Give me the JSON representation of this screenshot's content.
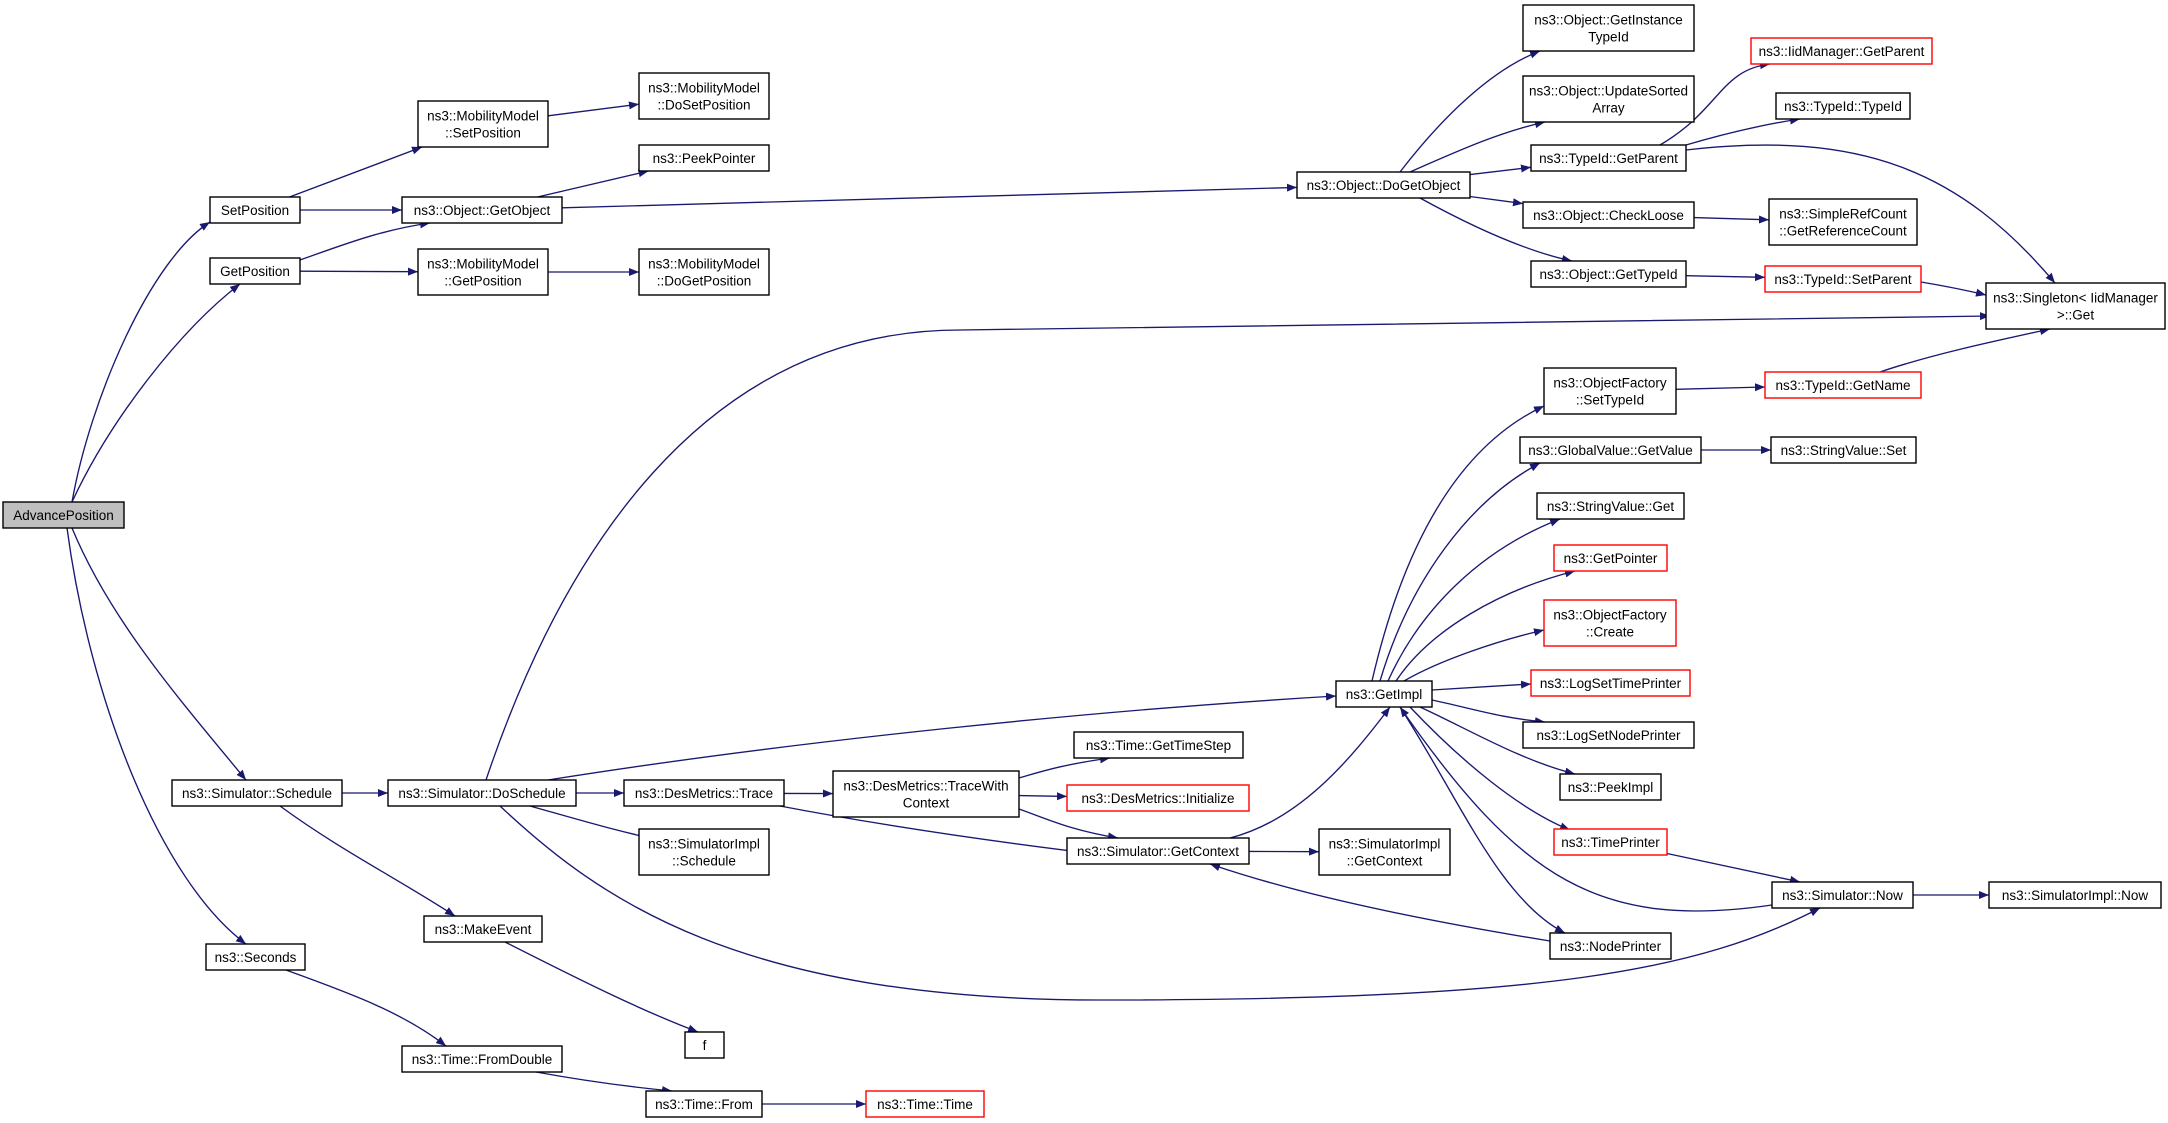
{
  "diagram": {
    "colors": {
      "edge": "#191970",
      "node_border": "#000000",
      "node_border_incomplete": "#ff0000",
      "node_fill": "#ffffff",
      "root_fill": "#bfbfbf"
    },
    "nodes": [
      {
        "id": "advanceposition",
        "lines": [
          "AdvancePosition"
        ],
        "style": "root"
      },
      {
        "id": "setposition",
        "lines": [
          "SetPosition"
        ],
        "style": "normal"
      },
      {
        "id": "getposition",
        "lines": [
          "GetPosition"
        ],
        "style": "normal"
      },
      {
        "id": "mm-setposition",
        "lines": [
          "ns3::MobilityModel",
          "::SetPosition"
        ],
        "style": "normal"
      },
      {
        "id": "mm-dosetposition",
        "lines": [
          "ns3::MobilityModel",
          "::DoSetPosition"
        ],
        "style": "normal"
      },
      {
        "id": "object-getobject",
        "lines": [
          "ns3::Object::GetObject"
        ],
        "style": "normal"
      },
      {
        "id": "peekpointer",
        "lines": [
          "ns3::PeekPointer"
        ],
        "style": "normal"
      },
      {
        "id": "mm-getposition",
        "lines": [
          "ns3::MobilityModel",
          "::GetPosition"
        ],
        "style": "normal"
      },
      {
        "id": "mm-dogetposition",
        "lines": [
          "ns3::MobilityModel",
          "::DoGetPosition"
        ],
        "style": "normal"
      },
      {
        "id": "object-dogetobject",
        "lines": [
          "ns3::Object::DoGetObject"
        ],
        "style": "normal"
      },
      {
        "id": "object-getinstancetypeid",
        "lines": [
          "ns3::Object::GetInstance",
          "TypeId"
        ],
        "style": "normal"
      },
      {
        "id": "object-updatesortedarray",
        "lines": [
          "ns3::Object::UpdateSorted",
          "Array"
        ],
        "style": "normal"
      },
      {
        "id": "typeid-getparent",
        "lines": [
          "ns3::TypeId::GetParent"
        ],
        "style": "normal"
      },
      {
        "id": "object-checkloose",
        "lines": [
          "ns3::Object::CheckLoose"
        ],
        "style": "normal"
      },
      {
        "id": "object-gettypeid",
        "lines": [
          "ns3::Object::GetTypeId"
        ],
        "style": "normal"
      },
      {
        "id": "iidmanager-getparent",
        "lines": [
          "ns3::IidManager::GetParent"
        ],
        "style": "incomplete"
      },
      {
        "id": "typeid-typeid",
        "lines": [
          "ns3::TypeId::TypeId"
        ],
        "style": "normal"
      },
      {
        "id": "simplerefcount",
        "lines": [
          "ns3::SimpleRefCount",
          "::GetReferenceCount"
        ],
        "style": "normal"
      },
      {
        "id": "typeid-setparent",
        "lines": [
          "ns3::TypeId::SetParent"
        ],
        "style": "incomplete"
      },
      {
        "id": "singleton-get",
        "lines": [
          "ns3::Singleton< IidManager",
          ">::Get"
        ],
        "style": "normal"
      },
      {
        "id": "objectfactory-settypeid",
        "lines": [
          "ns3::ObjectFactory",
          "::SetTypeId"
        ],
        "style": "normal"
      },
      {
        "id": "typeid-getname",
        "lines": [
          "ns3::TypeId::GetName"
        ],
        "style": "incomplete"
      },
      {
        "id": "globalvalue-getvalue",
        "lines": [
          "ns3::GlobalValue::GetValue"
        ],
        "style": "normal"
      },
      {
        "id": "stringvalue-set",
        "lines": [
          "ns3::StringValue::Set"
        ],
        "style": "normal"
      },
      {
        "id": "stringvalue-get",
        "lines": [
          "ns3::StringValue::Get"
        ],
        "style": "normal"
      },
      {
        "id": "getpointer",
        "lines": [
          "ns3::GetPointer"
        ],
        "style": "incomplete"
      },
      {
        "id": "objectfactory-create",
        "lines": [
          "ns3::ObjectFactory",
          "::Create"
        ],
        "style": "incomplete"
      },
      {
        "id": "logsettimeprinter",
        "lines": [
          "ns3::LogSetTimePrinter"
        ],
        "style": "incomplete"
      },
      {
        "id": "logsetnodeprinter",
        "lines": [
          "ns3::LogSetNodePrinter"
        ],
        "style": "normal"
      },
      {
        "id": "peekimpl",
        "lines": [
          "ns3::PeekImpl"
        ],
        "style": "normal"
      },
      {
        "id": "timeprinter",
        "lines": [
          "ns3::TimePrinter"
        ],
        "style": "incomplete"
      },
      {
        "id": "simulator-now",
        "lines": [
          "ns3::Simulator::Now"
        ],
        "style": "normal"
      },
      {
        "id": "simulatorimpl-now",
        "lines": [
          "ns3::SimulatorImpl::Now"
        ],
        "style": "normal"
      },
      {
        "id": "nodeprinter",
        "lines": [
          "ns3::NodePrinter"
        ],
        "style": "normal"
      },
      {
        "id": "getimpl",
        "lines": [
          "ns3::GetImpl"
        ],
        "style": "normal"
      },
      {
        "id": "simulator-schedule",
        "lines": [
          "ns3::Simulator::Schedule"
        ],
        "style": "normal"
      },
      {
        "id": "simulator-doschedule",
        "lines": [
          "ns3::Simulator::DoSchedule"
        ],
        "style": "normal"
      },
      {
        "id": "desmetrics-trace",
        "lines": [
          "ns3::DesMetrics::Trace"
        ],
        "style": "normal"
      },
      {
        "id": "desmetrics-tracewithcontext",
        "lines": [
          "ns3::DesMetrics::TraceWith",
          "Context"
        ],
        "style": "normal"
      },
      {
        "id": "time-gettimestep",
        "lines": [
          "ns3::Time::GetTimeStep"
        ],
        "style": "normal"
      },
      {
        "id": "desmetrics-initialize",
        "lines": [
          "ns3::DesMetrics::Initialize"
        ],
        "style": "incomplete"
      },
      {
        "id": "simulator-getcontext",
        "lines": [
          "ns3::Simulator::GetContext"
        ],
        "style": "normal"
      },
      {
        "id": "simulatorimpl-getcontext",
        "lines": [
          "ns3::SimulatorImpl",
          "::GetContext"
        ],
        "style": "normal"
      },
      {
        "id": "simulatorimpl-schedule",
        "lines": [
          "ns3::SimulatorImpl",
          "::Schedule"
        ],
        "style": "normal"
      },
      {
        "id": "makeevent",
        "lines": [
          "ns3::MakeEvent"
        ],
        "style": "normal"
      },
      {
        "id": "f",
        "lines": [
          "f"
        ],
        "style": "normal"
      },
      {
        "id": "seconds",
        "lines": [
          "ns3::Seconds"
        ],
        "style": "normal"
      },
      {
        "id": "time-fromdouble",
        "lines": [
          "ns3::Time::FromDouble"
        ],
        "style": "normal"
      },
      {
        "id": "time-from",
        "lines": [
          "ns3::Time::From"
        ],
        "style": "normal"
      },
      {
        "id": "time-time",
        "lines": [
          "ns3::Time::Time"
        ],
        "style": "incomplete"
      }
    ],
    "edges": [
      {
        "from": "advanceposition",
        "to": "setposition"
      },
      {
        "from": "advanceposition",
        "to": "getposition"
      },
      {
        "from": "advanceposition",
        "to": "simulator-schedule"
      },
      {
        "from": "advanceposition",
        "to": "seconds"
      },
      {
        "from": "setposition",
        "to": "mm-setposition"
      },
      {
        "from": "setposition",
        "to": "object-getobject"
      },
      {
        "from": "getposition",
        "to": "object-getobject"
      },
      {
        "from": "getposition",
        "to": "mm-getposition"
      },
      {
        "from": "mm-setposition",
        "to": "mm-dosetposition"
      },
      {
        "from": "mm-getposition",
        "to": "mm-dogetposition"
      },
      {
        "from": "object-getobject",
        "to": "peekpointer"
      },
      {
        "from": "object-getobject",
        "to": "object-dogetobject"
      },
      {
        "from": "object-dogetobject",
        "to": "object-getinstancetypeid"
      },
      {
        "from": "object-dogetobject",
        "to": "object-updatesortedarray"
      },
      {
        "from": "object-dogetobject",
        "to": "typeid-getparent"
      },
      {
        "from": "object-dogetobject",
        "to": "object-checkloose"
      },
      {
        "from": "object-dogetobject",
        "to": "object-gettypeid"
      },
      {
        "from": "typeid-getparent",
        "to": "iidmanager-getparent"
      },
      {
        "from": "typeid-getparent",
        "to": "typeid-typeid"
      },
      {
        "from": "typeid-getparent",
        "to": "singleton-get"
      },
      {
        "from": "object-checkloose",
        "to": "simplerefcount"
      },
      {
        "from": "object-gettypeid",
        "to": "typeid-setparent"
      },
      {
        "from": "typeid-setparent",
        "to": "singleton-get"
      },
      {
        "from": "typeid-getname",
        "to": "singleton-get"
      },
      {
        "from": "objectfactory-settypeid",
        "to": "typeid-getname"
      },
      {
        "from": "globalvalue-getvalue",
        "to": "stringvalue-set"
      },
      {
        "from": "getimpl",
        "to": "objectfactory-settypeid"
      },
      {
        "from": "getimpl",
        "to": "globalvalue-getvalue"
      },
      {
        "from": "getimpl",
        "to": "stringvalue-get"
      },
      {
        "from": "getimpl",
        "to": "getpointer"
      },
      {
        "from": "getimpl",
        "to": "objectfactory-create"
      },
      {
        "from": "getimpl",
        "to": "logsettimeprinter"
      },
      {
        "from": "getimpl",
        "to": "logsetnodeprinter"
      },
      {
        "from": "getimpl",
        "to": "peekimpl"
      },
      {
        "from": "getimpl",
        "to": "timeprinter"
      },
      {
        "from": "getimpl",
        "to": "nodeprinter"
      },
      {
        "from": "timeprinter",
        "to": "simulator-now"
      },
      {
        "from": "simulator-now",
        "to": "getimpl"
      },
      {
        "from": "simulator-now",
        "to": "simulatorimpl-now"
      },
      {
        "from": "nodeprinter",
        "to": "simulator-getcontext"
      },
      {
        "from": "simulator-getcontext",
        "to": "getimpl"
      },
      {
        "from": "simulator-getcontext",
        "to": "simulatorimpl-getcontext"
      },
      {
        "from": "simulator-schedule",
        "to": "simulator-doschedule"
      },
      {
        "from": "simulator-schedule",
        "to": "makeevent"
      },
      {
        "from": "simulator-doschedule",
        "to": "singleton-get"
      },
      {
        "from": "simulator-doschedule",
        "to": "getimpl"
      },
      {
        "from": "simulator-doschedule",
        "to": "desmetrics-trace"
      },
      {
        "from": "simulator-doschedule",
        "to": "simulatorimpl-schedule"
      },
      {
        "from": "simulator-doschedule",
        "to": "simulator-now"
      },
      {
        "from": "desmetrics-trace",
        "to": "desmetrics-tracewithcontext"
      },
      {
        "from": "desmetrics-trace",
        "to": "simulator-getcontext"
      },
      {
        "from": "desmetrics-tracewithcontext",
        "to": "time-gettimestep"
      },
      {
        "from": "desmetrics-tracewithcontext",
        "to": "desmetrics-initialize"
      },
      {
        "from": "desmetrics-tracewithcontext",
        "to": "simulator-getcontext"
      },
      {
        "from": "makeevent",
        "to": "f"
      },
      {
        "from": "seconds",
        "to": "time-fromdouble"
      },
      {
        "from": "time-fromdouble",
        "to": "time-from"
      },
      {
        "from": "time-from",
        "to": "time-time"
      }
    ]
  }
}
